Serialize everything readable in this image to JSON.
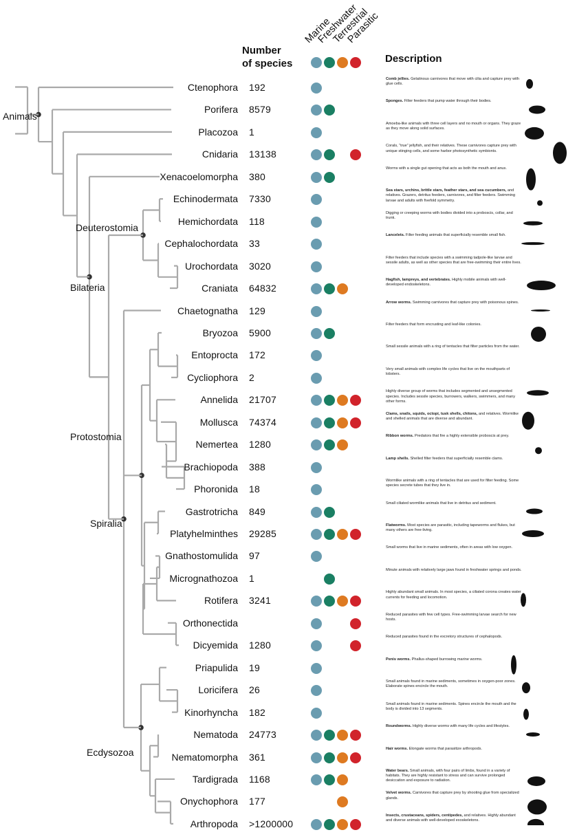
{
  "header": {
    "number_of_species_line1": "Number",
    "number_of_species_line2": "of species",
    "description": "Description",
    "habitats": [
      {
        "label": "Marine",
        "color": "#6a9cb0"
      },
      {
        "label": "Freshwater",
        "color": "#1a7f63"
      },
      {
        "label": "Terrestrial",
        "color": "#de7a21"
      },
      {
        "label": "Parasitic",
        "color": "#d1232b"
      }
    ]
  },
  "clades": {
    "animals": "Animals",
    "deuterostomia": "Deuterostomia",
    "bilateria": "Bilateria",
    "protostomia": "Protostomia",
    "spiralia": "Spiralia",
    "ecdysozoa": "Ecdysozoa"
  },
  "taxa": [
    {
      "name": "Ctenophora",
      "species": "192",
      "habitats": [
        1,
        0,
        0,
        0
      ],
      "desc_bold": "Comb jellies.",
      "desc": " Gelatinous carnivores that move with cilia and capture prey with glue cells.",
      "icon": "comb-jelly-icon"
    },
    {
      "name": "Porifera",
      "species": "8579",
      "habitats": [
        1,
        1,
        0,
        0
      ],
      "desc_bold": "Sponges.",
      "desc": " Filter feeders that pump water through their bodies.",
      "icon": "sponge-icon"
    },
    {
      "name": "Placozoa",
      "species": "1",
      "habitats": [
        1,
        0,
        0,
        0
      ],
      "desc_bold": "",
      "desc": "Amoeba-like animals with three cell layers and no mouth or organs. They graze as they move along solid surfaces.",
      "icon": "placozoan-icon"
    },
    {
      "name": "Cnidaria",
      "species": "13138",
      "habitats": [
        1,
        1,
        0,
        1
      ],
      "desc_bold": "",
      "desc": "Corals, “true” jellyfish, and their relatives. These carnivores capture prey with unique stinging cells, and some harbor photosynthetic symbionts.",
      "icon": "jellyfish-icon"
    },
    {
      "name": "Xenacoelomorpha",
      "species": "380",
      "habitats": [
        1,
        1,
        0,
        0
      ],
      "desc_bold": "",
      "desc": "Worms with a single gut opening that acts as both the mouth and anus.",
      "icon": "acoel-worm-icon"
    },
    {
      "name": "Echinodermata",
      "species": "7330",
      "habitats": [
        1,
        0,
        0,
        0
      ],
      "desc_bold": "Sea stars, urchins, brittle stars, feather stars, and sea cucumbers,",
      "desc": " and relatives. Grazers, detritus feeders, carnivores, and filter feeders. Swimming larvae and adults with fivefold symmetry.",
      "icon": "brittle-star-icon"
    },
    {
      "name": "Hemichordata",
      "species": "118",
      "habitats": [
        1,
        0,
        0,
        0
      ],
      "desc_bold": "",
      "desc": "Digging or creeping worms with bodies divided into a proboscis, collar, and trunk.",
      "icon": "acorn-worm-icon"
    },
    {
      "name": "Cephalochordata",
      "species": "33",
      "habitats": [
        1,
        0,
        0,
        0
      ],
      "desc_bold": "Lancelets.",
      "desc": " Filter feeding animals that superficially resemble small fish.",
      "icon": "lancelet-icon"
    },
    {
      "name": "Urochordata",
      "species": "3020",
      "habitats": [
        1,
        0,
        0,
        0
      ],
      "desc_bold": "",
      "desc": "Filter feeders that include species with a swimming tadpole-like larvae and sessile adults, as well as other species that are free-swimming their entire lives.",
      "icon": ""
    },
    {
      "name": "Craniata",
      "species": "64832",
      "habitats": [
        1,
        1,
        1,
        0
      ],
      "desc_bold": "Hagfish, lampreys, and vertebrates.",
      "desc": " Highly mobile animals with well-developed endoskeletons.",
      "icon": "whale-icon"
    },
    {
      "name": "Chaetognatha",
      "species": "129",
      "habitats": [
        1,
        0,
        0,
        0
      ],
      "desc_bold": "Arrow worms.",
      "desc": " Swimming carnivores that capture prey with poisonous spines.",
      "icon": "arrow-worm-icon"
    },
    {
      "name": "Bryozoa",
      "species": "5900",
      "habitats": [
        1,
        1,
        0,
        0
      ],
      "desc_bold": "",
      "desc": "Filter feeders that form encrusting and leaf-like colonies.",
      "icon": "bryozoan-icon"
    },
    {
      "name": "Entoprocta",
      "species": "172",
      "habitats": [
        1,
        0,
        0,
        0
      ],
      "desc_bold": "",
      "desc": "Small sessile animals with a ring of tentacles that filter particles from the water.",
      "icon": ""
    },
    {
      "name": "Cycliophora",
      "species": "2",
      "habitats": [
        1,
        0,
        0,
        0
      ],
      "desc_bold": "",
      "desc": "Very small animals with complex life cycles that live on the mouthparts of lobsters.",
      "icon": ""
    },
    {
      "name": "Annelida",
      "species": "21707",
      "habitats": [
        1,
        1,
        1,
        1
      ],
      "desc_bold": "",
      "desc": "Highly diverse group of worms that includes segmented and unsegmented species. Includes sessile species, burrowers, walkers, swimmers, and many other forms.",
      "icon": "bristle-worm-icon"
    },
    {
      "name": "Mollusca",
      "species": "74374",
      "habitats": [
        1,
        1,
        1,
        1
      ],
      "desc_bold": "Clams, snails, squids, octopi, tusk shells, chitons,",
      "desc": " and relatives. Wormlike and shelled animals that are diverse and abundant.",
      "icon": "octopus-icon"
    },
    {
      "name": "Nemertea",
      "species": "1280",
      "habitats": [
        1,
        1,
        1,
        0
      ],
      "desc_bold": "Ribbon worms.",
      "desc": " Predators that fire a highly extensible proboscis at prey.",
      "icon": "ribbon-worm-icon"
    },
    {
      "name": "Brachiopoda",
      "species": "388",
      "habitats": [
        1,
        0,
        0,
        0
      ],
      "desc_bold": "Lamp shells.",
      "desc": " Shelled filter feeders that superficially resemble clams.",
      "icon": ""
    },
    {
      "name": "Phoronida",
      "species": "18",
      "habitats": [
        1,
        0,
        0,
        0
      ],
      "desc_bold": "",
      "desc": "Wormlike animals with a ring of tentacles that are used for filter feeding. Some species secrete tubes that they live in.",
      "icon": ""
    },
    {
      "name": "Gastrotricha",
      "species": "849",
      "habitats": [
        1,
        1,
        0,
        0
      ],
      "desc_bold": "",
      "desc": "Small ciliated wormlike animals that live in detritus and sediment.",
      "icon": "gastrotrich-icon"
    },
    {
      "name": "Platyhelminthes",
      "species": "29285",
      "habitats": [
        1,
        1,
        1,
        1
      ],
      "desc_bold": "Flatworms.",
      "desc": " Most species are parasitic, including tapeworms and flukes, but many others are free-living.",
      "icon": "flatworm-icon"
    },
    {
      "name": "Gnathostomulida",
      "species": "97",
      "habitats": [
        1,
        0,
        0,
        0
      ],
      "desc_bold": "",
      "desc": "Small worms that live in marine sediments, often in areas with low oxygen.",
      "icon": ""
    },
    {
      "name": "Micrognathozoa",
      "species": "1",
      "habitats": [
        0,
        1,
        0,
        0
      ],
      "desc_bold": "",
      "desc": "Minute animals with relatively large jaws found in freshwater springs and ponds.",
      "icon": ""
    },
    {
      "name": "Rotifera",
      "species": "3241",
      "habitats": [
        1,
        1,
        1,
        1
      ],
      "desc_bold": "",
      "desc": "Highly abundant small animals. In most species, a ciliated corona creates water currents for feeding and locomotion.",
      "icon": "rotifer-icon"
    },
    {
      "name": "Orthonectida",
      "species": "",
      "habitats": [
        1,
        0,
        0,
        1
      ],
      "desc_bold": "",
      "desc": "Reduced parasites with few cell types. Free-swimming larvae search for new hosts.",
      "icon": ""
    },
    {
      "name": "Dicyemida",
      "species": "1280",
      "habitats": [
        1,
        0,
        0,
        1
      ],
      "desc_bold": "",
      "desc": "Reduced parasites found in the excretory structures of cephalopods.",
      "icon": ""
    },
    {
      "name": "Priapulida",
      "species": "19",
      "habitats": [
        1,
        0,
        0,
        0
      ],
      "desc_bold": "Penis worms.",
      "desc": " Phallus-shaped burrowing marine worms.",
      "icon": "priapulid-icon"
    },
    {
      "name": "Loricifera",
      "species": "26",
      "habitats": [
        1,
        0,
        0,
        0
      ],
      "desc_bold": "",
      "desc": "Small animals found in marine sediments, sometimes in oxygen-poor zones. Elaborate spines encircle the mouth.",
      "icon": "loriciferan-icon"
    },
    {
      "name": "Kinorhyncha",
      "species": "182",
      "habitats": [
        1,
        0,
        0,
        0
      ],
      "desc_bold": "",
      "desc": "Small animals found in marine sediments. Spines encircle the mouth and the body is divided into 13 segments.",
      "icon": "kinorhynch-icon"
    },
    {
      "name": "Nematoda",
      "species": "24773",
      "habitats": [
        1,
        1,
        1,
        1
      ],
      "desc_bold": "Roundworms.",
      "desc": " Highly diverse worms with many life cycles and lifestyles.",
      "icon": "roundworm-icon"
    },
    {
      "name": "Nematomorpha",
      "species": "361",
      "habitats": [
        1,
        1,
        1,
        1
      ],
      "desc_bold": "Hair worms.",
      "desc": " Elongate worms that parasitize arthropods.",
      "icon": ""
    },
    {
      "name": "Tardigrada",
      "species": "1168",
      "habitats": [
        1,
        1,
        1,
        0
      ],
      "desc_bold": "Water bears.",
      "desc": " Small animals, with four pairs of limbs, found in a variety of habitats. They are highly resistant to stress and can survive prolonged desiccation and exposure to radiation.",
      "icon": "tardigrade-icon"
    },
    {
      "name": "Onychophora",
      "species": "177",
      "habitats": [
        0,
        0,
        1,
        0
      ],
      "desc_bold": "Velvet worms.",
      "desc": " Carnivores that capture prey by shooting glue from specialized glands.",
      "icon": "velvet-worm-icon"
    },
    {
      "name": "Arthropoda",
      "species": ">1200000",
      "habitats": [
        1,
        1,
        1,
        1
      ],
      "desc_bold": "Insects, crustaceans, spiders, centipedes,",
      "desc": " and relatives. Highly abundant and diverse animals with well-developed exoskeletons.",
      "icon": "horseshoe-crab-icon"
    }
  ]
}
